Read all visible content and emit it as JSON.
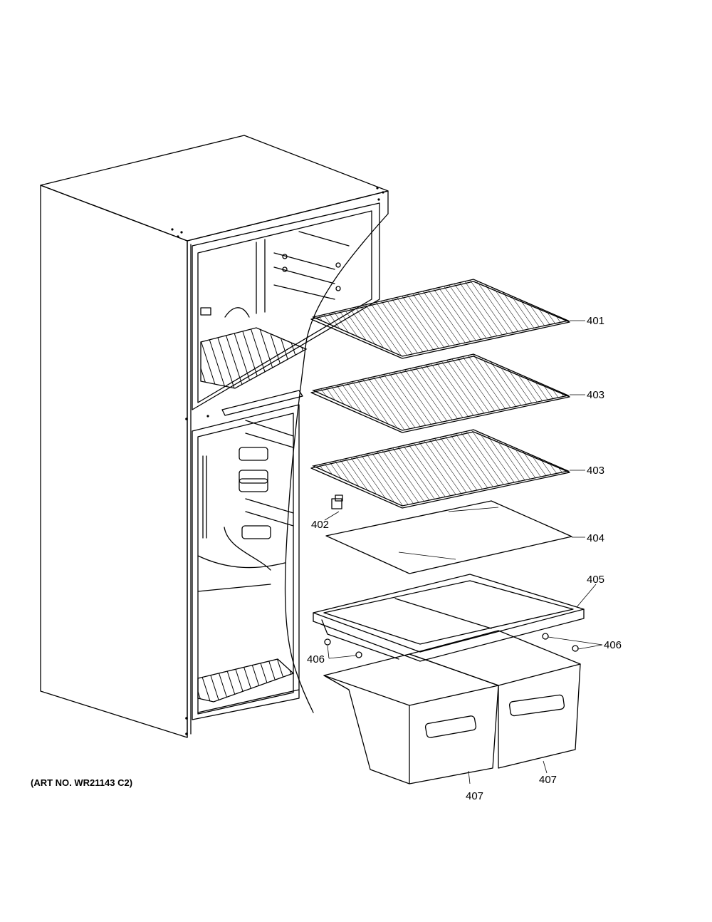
{
  "callouts": [
    {
      "id": "401",
      "label": "401"
    },
    {
      "id": "403a",
      "label": "403"
    },
    {
      "id": "403b",
      "label": "403"
    },
    {
      "id": "402",
      "label": "402"
    },
    {
      "id": "404",
      "label": "404"
    },
    {
      "id": "405",
      "label": "405"
    },
    {
      "id": "406a",
      "label": "406"
    },
    {
      "id": "406b",
      "label": "406"
    },
    {
      "id": "407a",
      "label": "407"
    },
    {
      "id": "407b",
      "label": "407"
    }
  ],
  "art_number": "(ART NO. WR21143 C2)"
}
